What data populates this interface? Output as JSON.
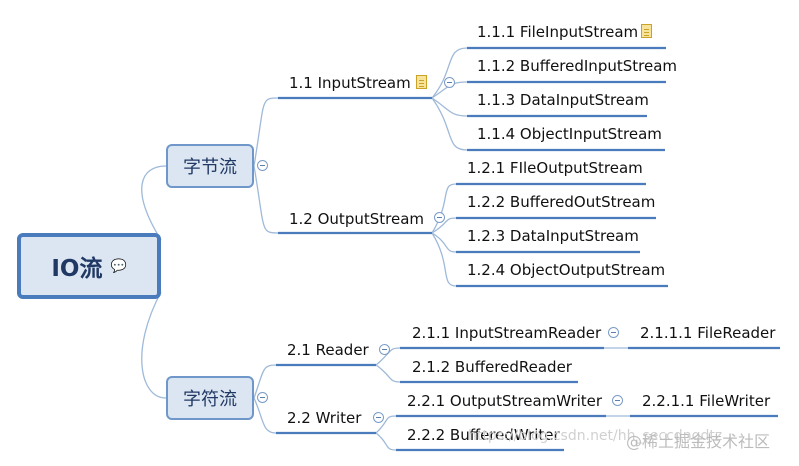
{
  "root": {
    "label": "IO流"
  },
  "branches": [
    {
      "label": "字节流",
      "children": [
        {
          "label": "1.1 InputStream",
          "children": [
            "1.1.1 FileInputStream",
            "1.1.2 BufferedInputStream",
            "1.1.3 DataInputStream",
            "1.1.4 ObjectInputStream"
          ]
        },
        {
          "label": "1.2 OutputStream",
          "children": [
            "1.2.1 FIleOutputStream",
            "1.2.2 BufferedOutStream",
            "1.2.3 DataInputStream",
            "1.2.4 ObjectOutputStream"
          ]
        }
      ]
    },
    {
      "label": "字符流",
      "children": [
        {
          "label": "2.1 Reader",
          "children": [
            {
              "label": "2.1.1 InputStreamReader",
              "child": "2.1.1.1 FileReader"
            },
            {
              "label": "2.1.2 BufferedReader"
            }
          ]
        },
        {
          "label": "2.2 Writer",
          "children": [
            {
              "label": "2.2.1 OutputStreamWriter",
              "child": "2.2.1.1 FileWriter"
            },
            {
              "label": "2.2.2 BufferedWriter"
            }
          ]
        }
      ]
    }
  ],
  "watermark": "https://blog.csdn.net/hh_seccdnqdtz",
  "brand": "@稀土掘金技术社区",
  "colors": {
    "line": "#4a7bbd",
    "curve": "#9fb9d9",
    "node_fill": "#dce6f2",
    "node_border": "#6f97c9"
  }
}
